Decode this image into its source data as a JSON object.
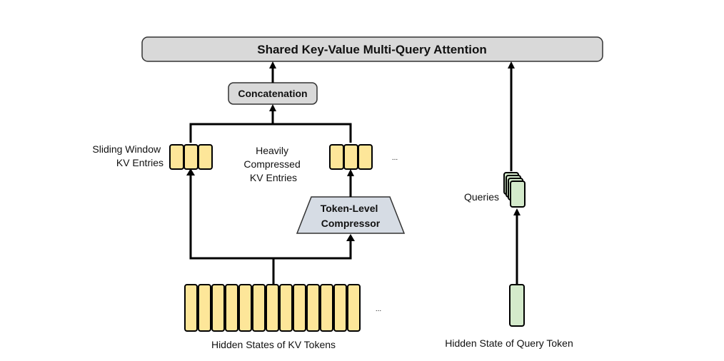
{
  "title": "Shared Key-Value Multi-Query Attention",
  "concat_label": "Concatenation",
  "compressor_label": [
    "Token-Level",
    "Compressor"
  ],
  "sliding_label": [
    "Sliding Window",
    "KV Entries"
  ],
  "compressed_label": [
    "Heavily",
    "Compressed",
    "KV Entries"
  ],
  "queries_label": "Queries",
  "hidden_kv_label": "Hidden States of KV Tokens",
  "hidden_query_label": "Hidden State of Query Token",
  "ellipsis": "...",
  "colors": {
    "token_fill": "#fde699",
    "token_stroke": "#000000",
    "query_fill": "#d4eacb",
    "box_fill": "#d9d9d9",
    "wire": "#000000"
  }
}
